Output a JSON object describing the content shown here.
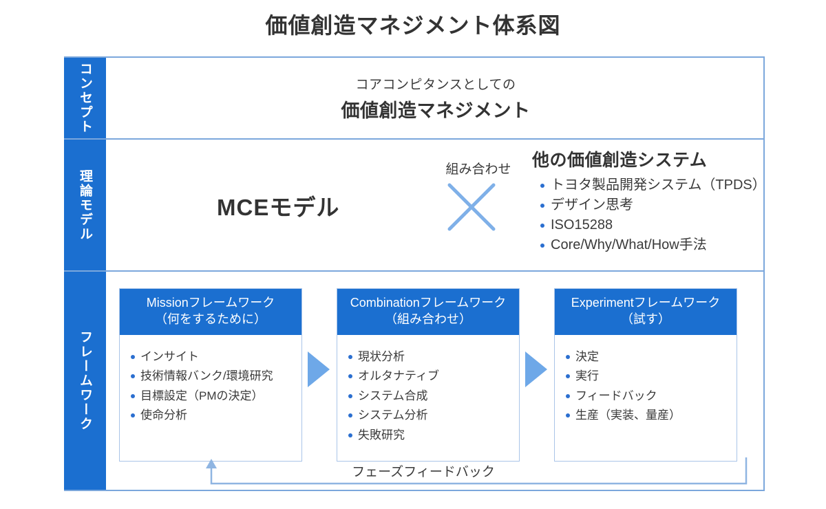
{
  "title": "価値創造マネジメント体系図",
  "sidebar": {
    "tabs": [
      {
        "label": "コンセプト"
      },
      {
        "label": "理論モデル"
      },
      {
        "label": "フレームワーク"
      }
    ]
  },
  "concept_row": {
    "subtitle": "コアコンピタンスとしての",
    "main": "価値創造マネジメント"
  },
  "theory_row": {
    "model": "MCEモデル",
    "combine_label": "組み合わせ",
    "cross_icon": "cross-icon",
    "other_systems": {
      "title": "他の価値創造システム",
      "items": [
        "トヨタ製品開発システム（TPDS）",
        "デザイン思考",
        "ISO15288",
        "Core/Why/What/How手法"
      ]
    }
  },
  "framework_row": {
    "cards": [
      {
        "title_line1": "Missionフレームワーク",
        "title_line2": "（何をするために）",
        "items": [
          "インサイト",
          "技術情報バンク/環境研究",
          "目標設定（PMの決定）",
          "使命分析"
        ]
      },
      {
        "title_line1": "Combinationフレームワーク",
        "title_line2": "（組み合わせ）",
        "items": [
          "現状分析",
          "オルタナティブ",
          "システム合成",
          "システム分析",
          "失敗研究"
        ]
      },
      {
        "title_line1": "Experimentフレームワーク",
        "title_line2": "（試す）",
        "items": [
          "決定",
          "実行",
          "フィードバック",
          "生産（実装、量産）"
        ]
      }
    ],
    "feedback_label": "フェーズフィードバック"
  },
  "colors": {
    "primary_blue": "#1B6FD0",
    "light_blue": "#7BA7DC",
    "arrow_blue": "#6EA8E8",
    "bullet_blue": "#2B6FD0",
    "text_dark": "#333333"
  }
}
